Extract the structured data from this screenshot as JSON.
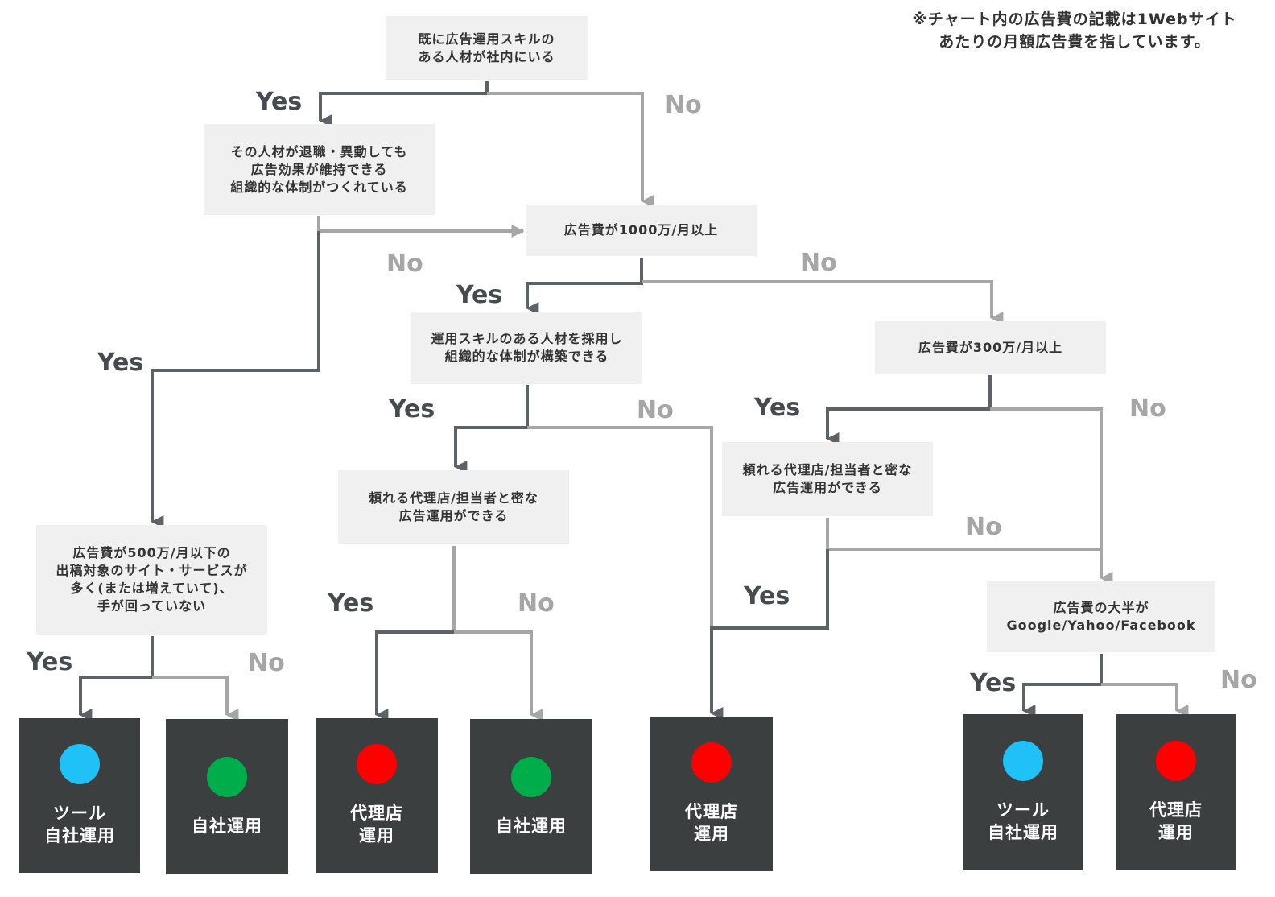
{
  "note": "※チャート内の広告費の記載は1Webサイト\nあたりの月額広告費を指しています。",
  "labels": {
    "yes": "Yes",
    "no": "No"
  },
  "colors": {
    "tool": "#1fc1f6",
    "inhouse": "#00ad4b",
    "agency": "#ff0000",
    "yes_line": "#5c6266",
    "no_line": "#a6a6a6"
  },
  "questions": {
    "q1": "既に広告運用スキルの\nある人材が社内にいる",
    "q2": "その人材が退職・異動しても\n広告効果が維持できる\n組織的な体制がつくれている",
    "q3": "広告費が1000万/月以上",
    "q4": "運用スキルのある人材を採用し\n組織的な体制が構築できる",
    "q5": "広告費が300万/月以上",
    "q6": "広告費が500万/月以下の\n出稿対象のサイト・サービスが\n多く(または増えていて)、\n手が回っていない",
    "q7": "頼れる代理店/担当者と密な\n広告運用ができる",
    "q8": "頼れる代理店/担当者と密な\n広告運用ができる",
    "q9": "広告費の大半が\nGoogle/Yahoo/Facebook"
  },
  "results": {
    "r1": "ツール\n自社運用",
    "r2": "自社運用",
    "r3": "代理店\n運用",
    "r4": "自社運用",
    "r5": "代理店\n運用",
    "r6": "ツール\n自社運用",
    "r7": "代理店\n運用"
  }
}
